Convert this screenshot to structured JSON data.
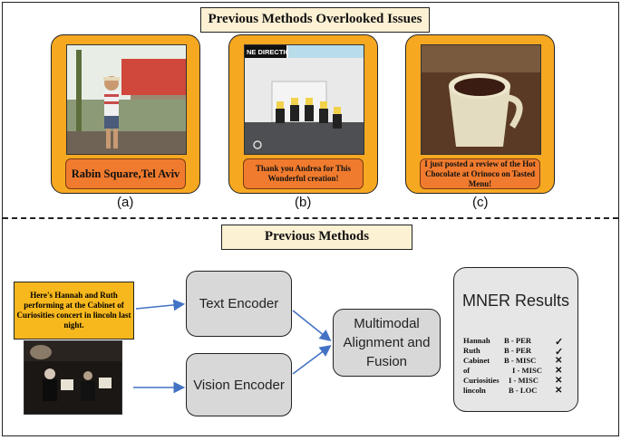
{
  "top_title": "Previous Methods Overlooked Issues",
  "bottom_title": "Previous Methods",
  "examples": [
    {
      "caption": "Rabin Square,Tel Aviv",
      "label": "(a)"
    },
    {
      "caption": "Thank you Andrea for This Wonderful creation!",
      "label": "(b)",
      "photo_text": "NE DIRECTION"
    },
    {
      "caption": "I just posted a review of the Hot Chocolate at Orinoco on Tasted Menu!",
      "label": "(c)"
    }
  ],
  "input_text": "Here's Hannah and Ruth performing at the Cabinet of Curiosities concert in lincoln last night.",
  "text_encoder": "Text Encoder",
  "vision_encoder": "Vision Encoder",
  "fusion": "Multimodal Alignment and Fusion",
  "results": {
    "title": "MNER Results",
    "rows": [
      {
        "token": "Hannah",
        "tag": "B - PER",
        "mark": "✓"
      },
      {
        "token": "Ruth",
        "tag": "B - PER",
        "mark": "✓"
      },
      {
        "token": "Cabinet",
        "tag": "B - MISC",
        "mark": "✕"
      },
      {
        "token": "of",
        "tag": "I - MISC",
        "mark": "✕"
      },
      {
        "token": "Curiosities",
        "tag": "I - MISC",
        "mark": "✕"
      },
      {
        "token": "lincoln",
        "tag": "B - LOC",
        "mark": "✕"
      }
    ]
  },
  "colors": {
    "card": "#f6a821",
    "caption": "#f07b2e",
    "module": "#d8d8d8",
    "arrow": "#4472c4"
  }
}
